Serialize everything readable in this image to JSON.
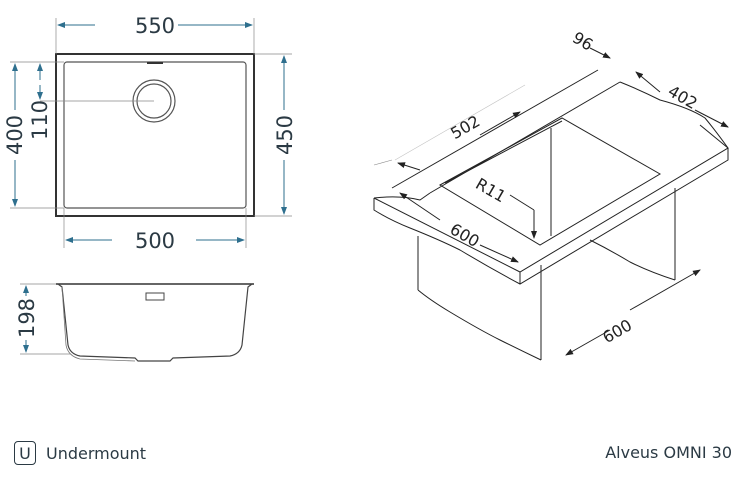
{
  "top_view": {
    "outer_width": "550",
    "inner_width": "500",
    "outer_depth": "450",
    "inner_depth": "400",
    "drain_offset": "110"
  },
  "side_view": {
    "depth": "198"
  },
  "iso_view": {
    "bowl_length": "502",
    "edge_offset": "96",
    "bowl_width": "402",
    "corner_radius": "R11",
    "countertop_depth": "600",
    "cabinet_width": "600"
  },
  "footer": {
    "mount_badge": "U",
    "mount_type": "Undermount",
    "model_name": "Alveus OMNI 30"
  },
  "colors": {
    "dimension_accent": "#2e6f8e",
    "line": "#333333",
    "text": "#2b3a44"
  }
}
